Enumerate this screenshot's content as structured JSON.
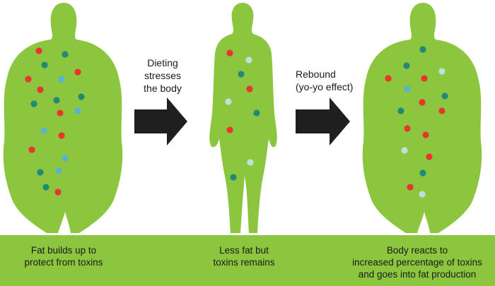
{
  "labels": {
    "arrow1": [
      "Dieting",
      "stresses",
      "the body"
    ],
    "arrow2": [
      "Rebound",
      "(yo-yo effect)"
    ]
  },
  "captions": {
    "left": [
      "Fat builds up to",
      "protect from toxins"
    ],
    "middle": [
      "Less fat but",
      "toxins remains"
    ],
    "right": [
      "Body reacts to",
      "increased percentage of toxins",
      "and goes into fat production"
    ]
  },
  "colors": {
    "body": "#8cc63f",
    "band": "#8cc63f",
    "arrow": "#1f1f1f",
    "toxin_red": "#e8352e",
    "toxin_teal": "#1f8a78",
    "toxin_blue": "#5bb3c9",
    "toxin_light": "#b8e3dd"
  }
}
